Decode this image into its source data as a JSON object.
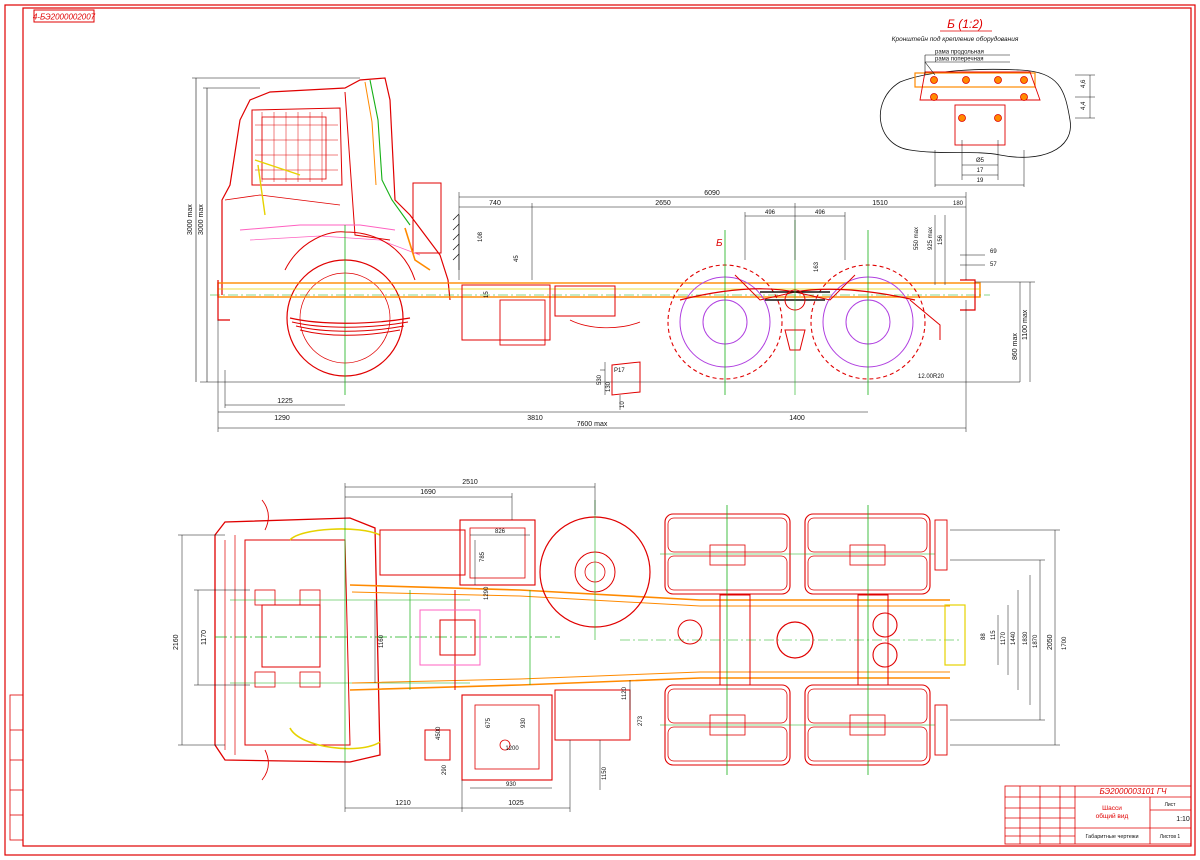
{
  "drawing": {
    "doc_code_stamp": "4-БЭ2000002007",
    "title_doc_code": "БЭ2000003101 ГЧ",
    "title_name_line1": "Шасси",
    "title_name_line2": "общий вид",
    "title_material": "Габаритные чертежи",
    "title_scale": "1:10",
    "title_sheet_label": "Лист",
    "title_sheets_label": "Листов 1"
  },
  "detail": {
    "label": "Б (1:2)",
    "subtitle": "Кронштейн под крепление оборудования",
    "note1": "рама продольная",
    "note2": "рама поперечная",
    "dims": [
      "4,6",
      "4,4",
      "Ø5",
      "17",
      "19"
    ]
  },
  "side_view": {
    "callout_b": "Б",
    "dims_top": [
      "6090",
      "740",
      "2650",
      "1510",
      "180",
      "496",
      "496"
    ],
    "dims_bottom": [
      "1225",
      "1290",
      "3810",
      "1400",
      "7600 max"
    ],
    "dims_left": [
      "3000 max",
      "3000 max"
    ],
    "dims_right": [
      "1100 max",
      "860 max",
      "925 max",
      "69",
      "57",
      "156",
      "550 max",
      "163",
      "45",
      "108",
      "15"
    ],
    "tire_label": "12.00R20",
    "inset_dims": [
      "530",
      "P17",
      "130",
      "10"
    ]
  },
  "top_view": {
    "dims_top": [
      "2510",
      "1690",
      "826",
      "785"
    ],
    "dims_left": [
      "2160",
      "1170",
      "1160"
    ],
    "dims_right": [
      "1170",
      "1440",
      "1870",
      "1830",
      "2050",
      "115",
      "88",
      "1700"
    ],
    "dims_bottom": [
      "1210",
      "1025",
      "930",
      "290",
      "675",
      "930",
      "1290",
      "1200",
      "1120",
      "1150",
      "273",
      "4500"
    ]
  },
  "colors": {
    "outline": "#e00000",
    "axis": "#16b016",
    "dimension": "#111111",
    "highlight": "#e6d200",
    "cab_detail": "#ff60c0",
    "suspension": "#b040e0",
    "frame": "#ff8a00"
  }
}
